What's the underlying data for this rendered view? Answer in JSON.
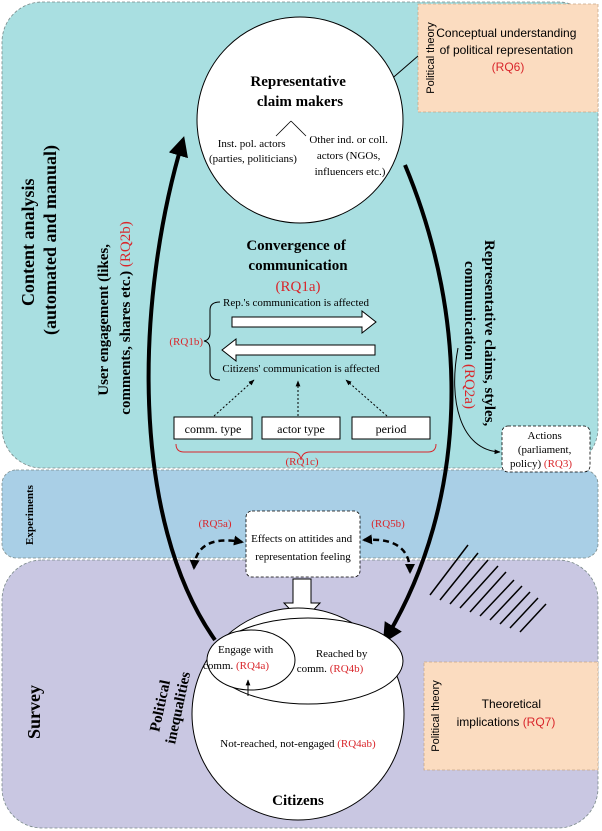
{
  "colors": {
    "content_bg": "#a9dfe1",
    "experiments_bg": "#a9cfe6",
    "survey_bg": "#c9c7e2",
    "theory_bg": "#fbdcc0",
    "rq_red": "#d9262b",
    "line": "#000000"
  },
  "bands": {
    "content_analysis_line1": "Content analysis",
    "content_analysis_line2": "(automated and manual)",
    "experiments": "Experiments",
    "survey": "Survey"
  },
  "claim_makers": {
    "title_line1": "Representative",
    "title_line2": "claim makers",
    "inst_line1": "Inst. pol. actors",
    "inst_line2": "(parties, politicians)",
    "other_line1": "Other ind. or coll.",
    "other_line2": "actors (NGOs,",
    "other_line3": "influencers etc.)"
  },
  "theory_top": {
    "side_label": "Political theory",
    "line1": "Conceptual understanding",
    "line2": "of political representation",
    "rq": "(RQ6)"
  },
  "convergence": {
    "title_line1": "Convergence of",
    "title_line2": "communication",
    "rq": "(RQ1a)",
    "reps_affected": "Rep.'s communication is affected",
    "citizens_affected": "Citizens' communication is affected",
    "rq1b": "(RQ1b)",
    "rq1c": "(RQ1c)",
    "factors": [
      "comm. type",
      "actor type",
      "period"
    ]
  },
  "left_arrow_label": {
    "line1": "User engagement (likes,",
    "line2_text": "comments, shares etc.)",
    "line2_rq": "(RQ2b)"
  },
  "right_arrow_label": {
    "line1": "Representative claims, styles,",
    "line2_text": "communication",
    "line2_rq": "(RQ2a)"
  },
  "actions": {
    "line1": "Actions",
    "line2": "(parliament,",
    "line3_text": "policy)",
    "line3_rq": "(RQ3)"
  },
  "effects": {
    "line1": "Effects on attitides and",
    "line2": "representation feeling",
    "rq5a": "(RQ5a)",
    "rq5b": "(RQ5b)"
  },
  "citizens": {
    "title": "Citizens",
    "engage_line1": "Engage with",
    "engage_line2_text": "comm.",
    "engage_rq": "(RQ4a)",
    "reached_line1": "Reached by",
    "reached_line2_text": "comm.",
    "reached_rq": "(RQ4b)",
    "not_reached_text": "Not-reached, not-engaged",
    "not_reached_rq": "(RQ4ab)",
    "inequalities_line1": "Political",
    "inequalities_line2": "inequalities"
  },
  "theory_bottom": {
    "side_label": "Political theory",
    "line1": "Theoretical",
    "line2_text": "implications",
    "rq": "(RQ7)"
  }
}
